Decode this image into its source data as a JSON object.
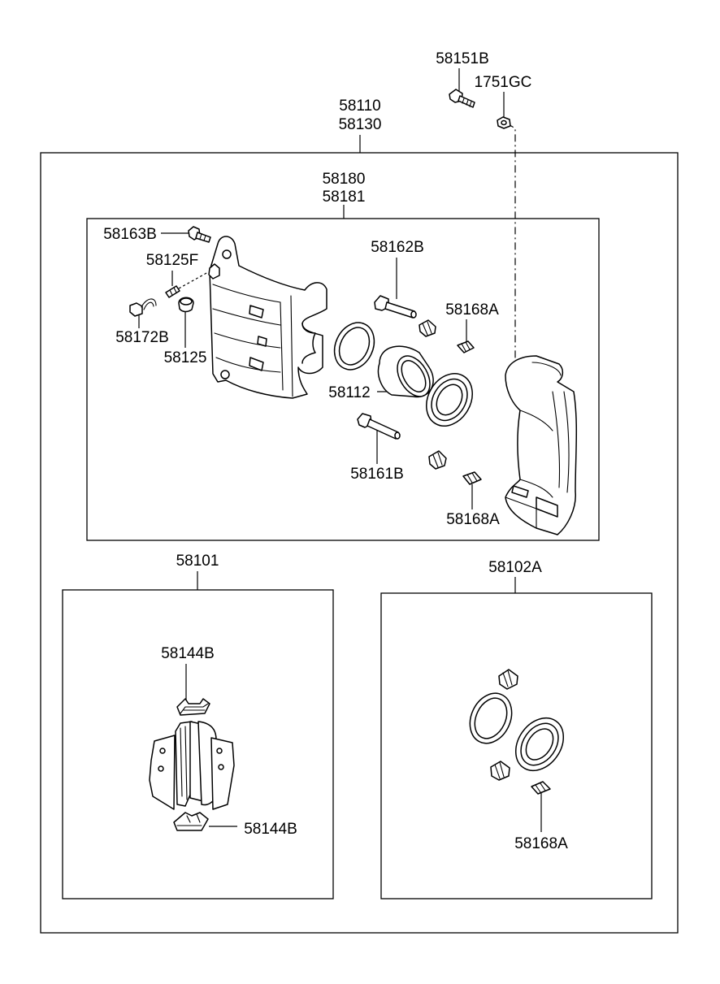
{
  "diagram": {
    "labels": {
      "main_assembly_1": "58110",
      "main_assembly_2": "58130",
      "caliper_kit_1": "58180",
      "caliper_kit_2": "58181",
      "bolt_top": "58151B",
      "nut_top": "1751GC",
      "bleed_bolt": "58163B",
      "bleeder_screw": "58125F",
      "hose_clip": "58172B",
      "bleeder_cap": "58125",
      "guide_pin_bolt": "58162B",
      "pin_boot_upper": "58168A",
      "piston": "58112",
      "guide_pin_lower": "58161B",
      "pin_boot_lower": "58168A",
      "pad_kit": "58101",
      "pad_spring_upper": "58144B",
      "pad_spring_lower": "58144B",
      "seal_kit": "58102A",
      "seal_kit_boot": "58168A"
    }
  }
}
